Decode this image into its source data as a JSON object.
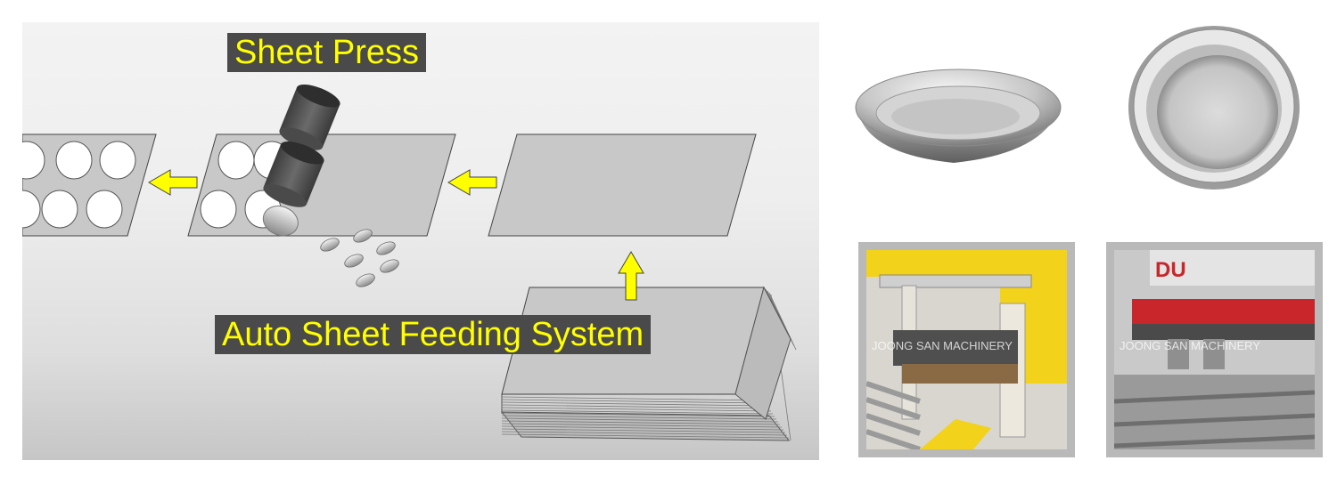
{
  "diagram": {
    "label_sheet_press": "Sheet Press",
    "label_auto_feed": "Auto Sheet Feeding System"
  },
  "photos": {
    "watermark_left": "JOONG SAN MACHINERY",
    "watermark_right": "JOONG SAN MACHINERY",
    "machine_sign": "DU"
  },
  "colors": {
    "label_bg": "#4a4a4a",
    "label_text": "#ffff00",
    "arrow": "#ffff00",
    "sheet": "#c8c8c8",
    "press_head": "#555555",
    "machine_yellow": "#f2d21a",
    "machine_red": "#c8262a"
  },
  "icons": [
    "left-arrow-icon",
    "up-arrow-icon",
    "press-head-icon"
  ]
}
